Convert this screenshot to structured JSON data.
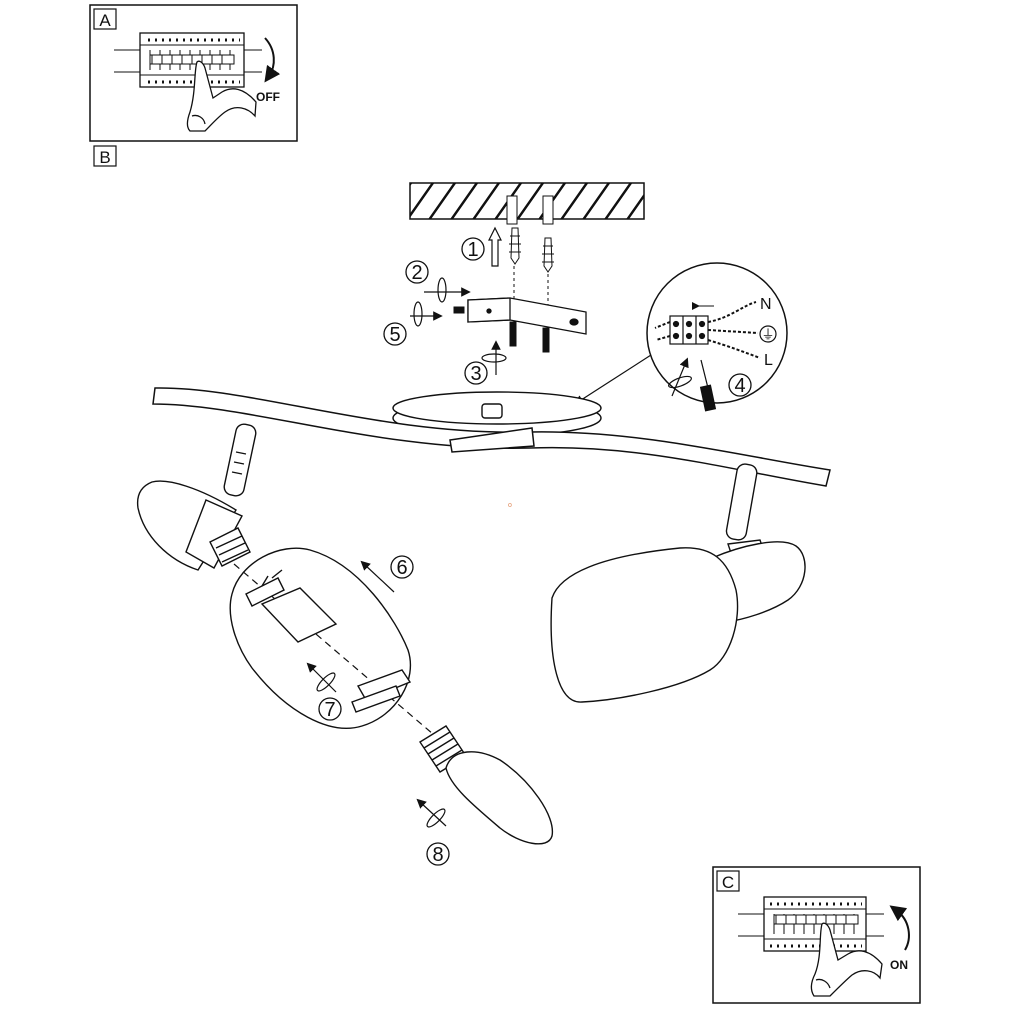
{
  "panels": {
    "a": {
      "letter": "A",
      "action": "OFF"
    },
    "b": {
      "letter": "B"
    },
    "c": {
      "letter": "C",
      "action": "ON"
    }
  },
  "steps": [
    "1",
    "2",
    "3",
    "4",
    "5",
    "6",
    "7",
    "8"
  ],
  "wiring": {
    "neutral": "N",
    "live": "L",
    "earth_symbol": "⏚"
  },
  "colors": {
    "line": "#111111",
    "background": "#ffffff",
    "ceiling_hatch": "#111111"
  }
}
